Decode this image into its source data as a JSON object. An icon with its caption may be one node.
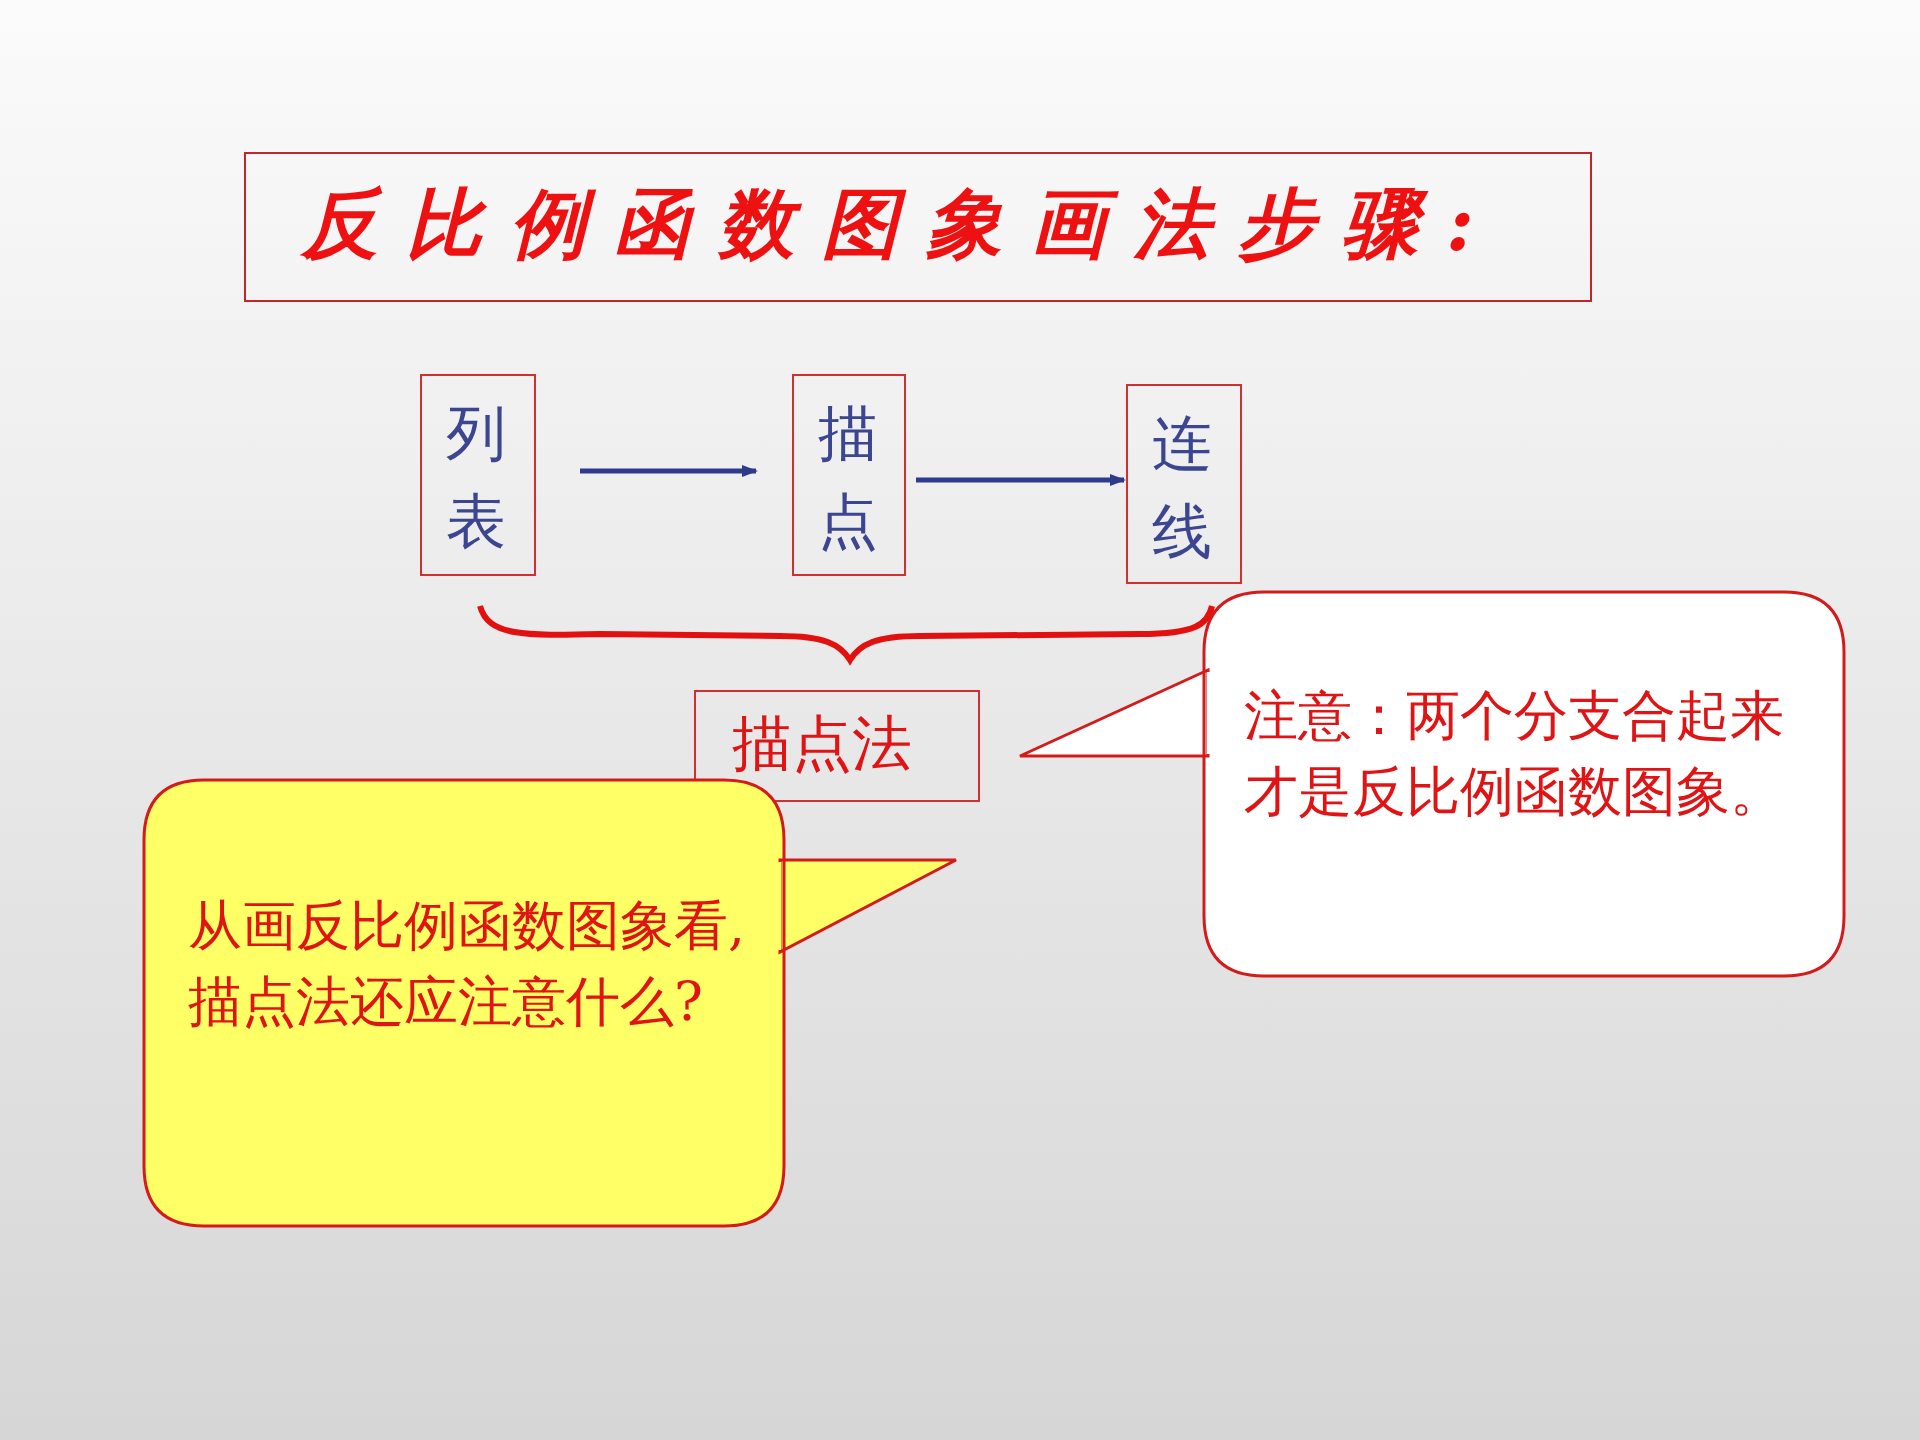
{
  "diagram": {
    "nodes": [
      {
        "text": [
          "反比例函数图象画法步骤:"
        ]
      },
      {
        "text": [
          "列表"
        ]
      },
      {
        "text": [
          "描点"
        ]
      },
      {
        "text": [
          "连线"
        ]
      },
      {
        "text": [
          "描点法"
        ]
      },
      {
        "text": [
          "从画反比例函数图象看, 描点法还应注意什么?"
        ]
      },
      {
        "text": [
          "注意：两个分支合起来才是反比例函数图象。"
        ]
      }
    ],
    "edges": [
      {
        "from": 1,
        "to": 2,
        "arrow": "to"
      },
      {
        "from": 2,
        "to": 3,
        "arrow": "to"
      }
    ]
  }
}
